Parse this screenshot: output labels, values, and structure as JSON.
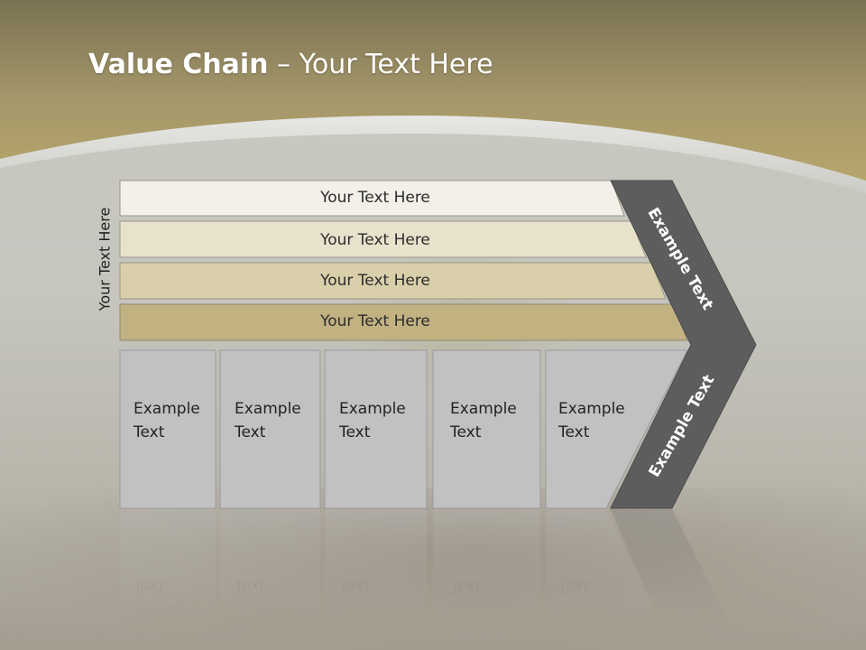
{
  "title": {
    "bold": "Value Chain",
    "rest": " – Your Text Here"
  },
  "side_label": "Your Text Here",
  "rows": [
    {
      "label": "Your Text Here"
    },
    {
      "label": "Your Text Here"
    },
    {
      "label": "Your Text Here"
    },
    {
      "label": "Your Text Here"
    }
  ],
  "cells": [
    {
      "line1": "Example",
      "line2": "Text"
    },
    {
      "line1": "Example",
      "line2": "Text"
    },
    {
      "line1": "Example",
      "line2": "Text"
    },
    {
      "line1": "Example",
      "line2": "Text"
    },
    {
      "line1": "Example",
      "line2": "Text"
    }
  ],
  "chevron": {
    "top_label": "Example Text",
    "bottom_label": "Example Text"
  },
  "colors": {
    "header_band": "#b5a36a",
    "row_1": "#f2f0e8",
    "row_2": "#e8e2cd",
    "row_3": "#d9cfaa",
    "row_4": "#c2b282",
    "cell": "#c1c1c1",
    "chevron": "#5d5d5d"
  }
}
